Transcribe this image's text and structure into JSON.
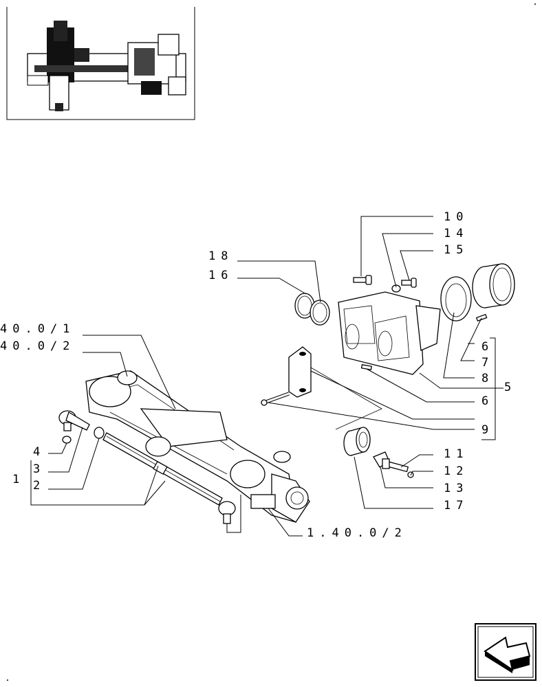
{
  "callouts": {
    "c10": "10",
    "c14": "14",
    "c15": "15",
    "c18": "18",
    "c16": "16",
    "c6a": "6",
    "c7": "7",
    "c8": "8",
    "c5": "5",
    "c6b": "6",
    "c9": "9",
    "c11": "11",
    "c12": "12",
    "c13": "13",
    "c17": "17",
    "c4": "4",
    "c3": "3",
    "c1": "1",
    "c2": "2",
    "ref1": "40.0/1",
    "ref2": "40.0/2",
    "ref3": "1.40.0/2"
  },
  "icons": {
    "thumbnail": "axle-assembly-thumbnail",
    "nav": "back-arrow-icon"
  }
}
